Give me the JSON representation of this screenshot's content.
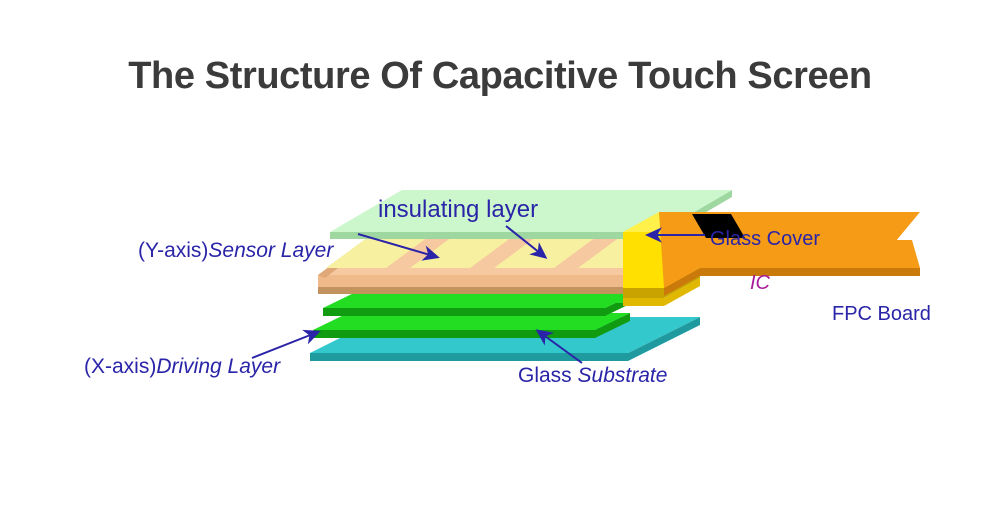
{
  "page": {
    "title": "The Structure Of Capacitive Touch Screen",
    "background_color": "#ffffff",
    "title_color": "#3b3b3b"
  },
  "diagram": {
    "name": "capacitive-touch-screen-exploded-stack",
    "label_color": "#2a24a8",
    "ic_label_color": "#a8189b",
    "labels": {
      "insulating_layer": "insulating layer",
      "sensor_layer_prefix": "(Y-axis)",
      "sensor_layer_name": "Sensor Layer",
      "driving_layer_prefix": "(X-axis)",
      "driving_layer_name": "Driving Layer",
      "glass_cover": "Glass Cover",
      "glass_substrate_prefix": "Glass ",
      "glass_substrate_name": "Substrate",
      "fpc_board": "FPC Board",
      "ic": "IC"
    },
    "layers": [
      {
        "name": "glass-cover",
        "label": "Glass Cover",
        "color": "#ccf7cc",
        "edge_color": "#9fd7a0"
      },
      {
        "name": "sensor-layer",
        "label": "Sensor Layer",
        "color": "#f7c9a0",
        "edge_color": "#c3935f",
        "pad_color": "#f7f0a0",
        "pad_count": 4
      },
      {
        "name": "driving-layer-1",
        "label": "Driving Layer",
        "color": "#22dd22",
        "edge_color": "#119b11"
      },
      {
        "name": "driving-layer-2",
        "label": "Driving Layer",
        "color": "#22dd22",
        "edge_color": "#119b11"
      },
      {
        "name": "glass-substrate",
        "label": "Glass Substrate",
        "color": "#33c8cc",
        "edge_color": "#1f9ba0"
      },
      {
        "name": "fpc-connector",
        "label": "FPC Connector",
        "color": "#ffe000",
        "edge_color": "#c9a400"
      },
      {
        "name": "fpc-board",
        "label": "FPC Board",
        "color": "#f59b16",
        "edge_color": "#c97a0a"
      },
      {
        "name": "ic-chip",
        "label": "IC",
        "color": "#000000",
        "edge_color": "#000000"
      }
    ]
  }
}
